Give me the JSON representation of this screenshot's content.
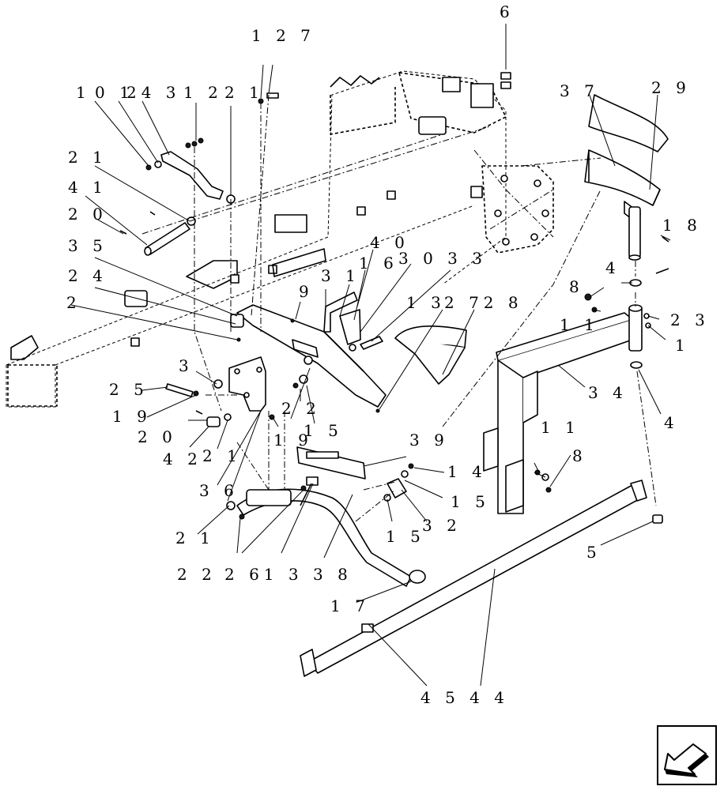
{
  "callouts": [
    {
      "id": "c-6",
      "text": "6"
    },
    {
      "id": "c-127",
      "text": "1 2 7"
    },
    {
      "id": "c-37",
      "text": "3 7"
    },
    {
      "id": "c-29",
      "text": "2 9"
    },
    {
      "id": "c-1",
      "text": "1"
    },
    {
      "id": "c-01",
      "text": "0 1"
    },
    {
      "id": "c-243",
      "text": "24 3"
    },
    {
      "id": "c-12",
      "text": "1 2"
    },
    {
      "id": "c-21a",
      "text": "2 1"
    },
    {
      "id": "c-21b",
      "text": "2 1"
    },
    {
      "id": "c-41",
      "text": "4 1"
    },
    {
      "id": "c-20a",
      "text": "2 0"
    },
    {
      "id": "c-18",
      "text": "1 8"
    },
    {
      "id": "c-35",
      "text": "3 5"
    },
    {
      "id": "c-40",
      "text": "4 0"
    },
    {
      "id": "c-16",
      "text": "1 6"
    },
    {
      "id": "c-3033",
      "text": "3 0 3 3"
    },
    {
      "id": "c-4a",
      "text": "4"
    },
    {
      "id": "c-24",
      "text": "2 4"
    },
    {
      "id": "c-31",
      "text": "3 1"
    },
    {
      "id": "c-8a",
      "text": "8"
    },
    {
      "id": "c-9",
      "text": "9"
    },
    {
      "id": "c-13",
      "text": "1 3"
    },
    {
      "id": "c-2728",
      "text": "2 72 8"
    },
    {
      "id": "c-2",
      "text": "2"
    },
    {
      "id": "c-11a",
      "text": "1 1"
    },
    {
      "id": "c-23",
      "text": "2 3"
    },
    {
      "id": "c-1b",
      "text": "1"
    },
    {
      "id": "c-3",
      "text": "3"
    },
    {
      "id": "c-25",
      "text": "2 5"
    },
    {
      "id": "c-34",
      "text": "3 4"
    },
    {
      "id": "c-22a",
      "text": "2 2"
    },
    {
      "id": "c-4b",
      "text": "4"
    },
    {
      "id": "c-19a",
      "text": "1 9"
    },
    {
      "id": "c-15a",
      "text": "1 5"
    },
    {
      "id": "c-20b",
      "text": "2 0"
    },
    {
      "id": "c-11b",
      "text": "1 1"
    },
    {
      "id": "c-19b",
      "text": "1 9"
    },
    {
      "id": "c-39",
      "text": "3 9"
    },
    {
      "id": "c-42",
      "text": "4 2"
    },
    {
      "id": "c-21c",
      "text": "2 1"
    },
    {
      "id": "c-8b",
      "text": "8"
    },
    {
      "id": "c-14",
      "text": "1 4"
    },
    {
      "id": "c-36",
      "text": "3 6"
    },
    {
      "id": "c-15b",
      "text": "1 5"
    },
    {
      "id": "c-32",
      "text": "3 2"
    },
    {
      "id": "c-21d",
      "text": "2 1"
    },
    {
      "id": "c-15c",
      "text": "1 5"
    },
    {
      "id": "c-5",
      "text": "5"
    },
    {
      "id": "c-22b",
      "text": "2 2"
    },
    {
      "id": "c-2613",
      "text": "2 61 3"
    },
    {
      "id": "c-38",
      "text": "3 8"
    },
    {
      "id": "c-17",
      "text": "1 7"
    },
    {
      "id": "c-4544",
      "text": "4 5 4 4"
    }
  ],
  "nav": {
    "icon": "arrow-back-icon"
  }
}
